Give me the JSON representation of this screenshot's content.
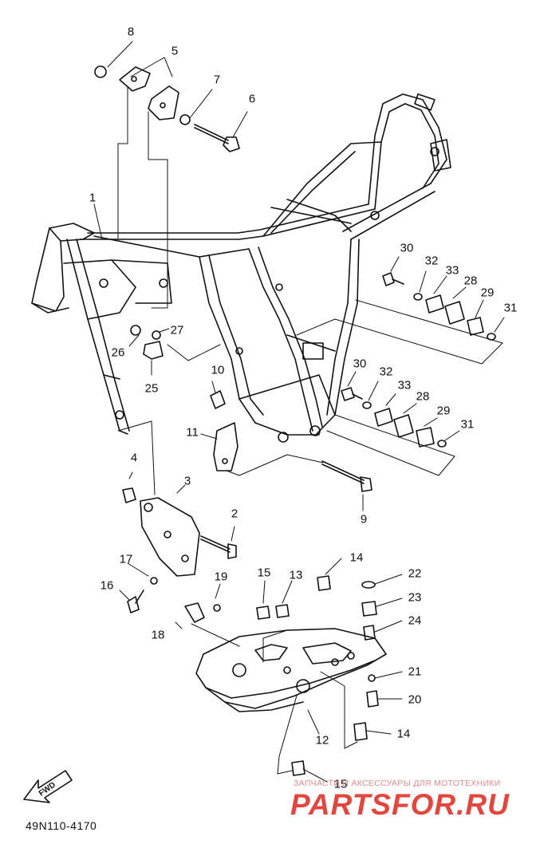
{
  "diagram": {
    "code": "49N110-4170",
    "direction_label": "FWD",
    "callouts": [
      {
        "id": "c8",
        "label": "8"
      },
      {
        "id": "c5",
        "label": "5"
      },
      {
        "id": "c7",
        "label": "7"
      },
      {
        "id": "c6",
        "label": "6"
      },
      {
        "id": "c1",
        "label": "1"
      },
      {
        "id": "c27",
        "label": "27"
      },
      {
        "id": "c26",
        "label": "26"
      },
      {
        "id": "c25",
        "label": "25"
      },
      {
        "id": "c10",
        "label": "10"
      },
      {
        "id": "c11",
        "label": "11"
      },
      {
        "id": "c9",
        "label": "9"
      },
      {
        "id": "c4",
        "label": "4"
      },
      {
        "id": "c3",
        "label": "3"
      },
      {
        "id": "c2",
        "label": "2"
      },
      {
        "id": "c17",
        "label": "17"
      },
      {
        "id": "c16",
        "label": "16"
      },
      {
        "id": "c19",
        "label": "19"
      },
      {
        "id": "c18",
        "label": "18"
      },
      {
        "id": "c15a",
        "label": "15"
      },
      {
        "id": "c13",
        "label": "13"
      },
      {
        "id": "c14a",
        "label": "14"
      },
      {
        "id": "c22",
        "label": "22"
      },
      {
        "id": "c23",
        "label": "23"
      },
      {
        "id": "c24",
        "label": "24"
      },
      {
        "id": "c21",
        "label": "21"
      },
      {
        "id": "c20",
        "label": "20"
      },
      {
        "id": "c14b",
        "label": "14"
      },
      {
        "id": "c12",
        "label": "12"
      },
      {
        "id": "c15b",
        "label": "15"
      },
      {
        "id": "c30a",
        "label": "30"
      },
      {
        "id": "c32a",
        "label": "32"
      },
      {
        "id": "c33a",
        "label": "33"
      },
      {
        "id": "c28a",
        "label": "28"
      },
      {
        "id": "c29a",
        "label": "29"
      },
      {
        "id": "c31a",
        "label": "31"
      },
      {
        "id": "c30b",
        "label": "30"
      },
      {
        "id": "c32b",
        "label": "32"
      },
      {
        "id": "c33b",
        "label": "33"
      },
      {
        "id": "c28b",
        "label": "28"
      },
      {
        "id": "c29b",
        "label": "29"
      },
      {
        "id": "c31b",
        "label": "31"
      }
    ]
  },
  "watermark": {
    "tagline": "ЗАПЧАСТИ И АКСЕССУАРЫ ДЛЯ МОТОТЕХНИКИ",
    "brand": "PARTSFOR.RU",
    "color": "#e2463f"
  }
}
